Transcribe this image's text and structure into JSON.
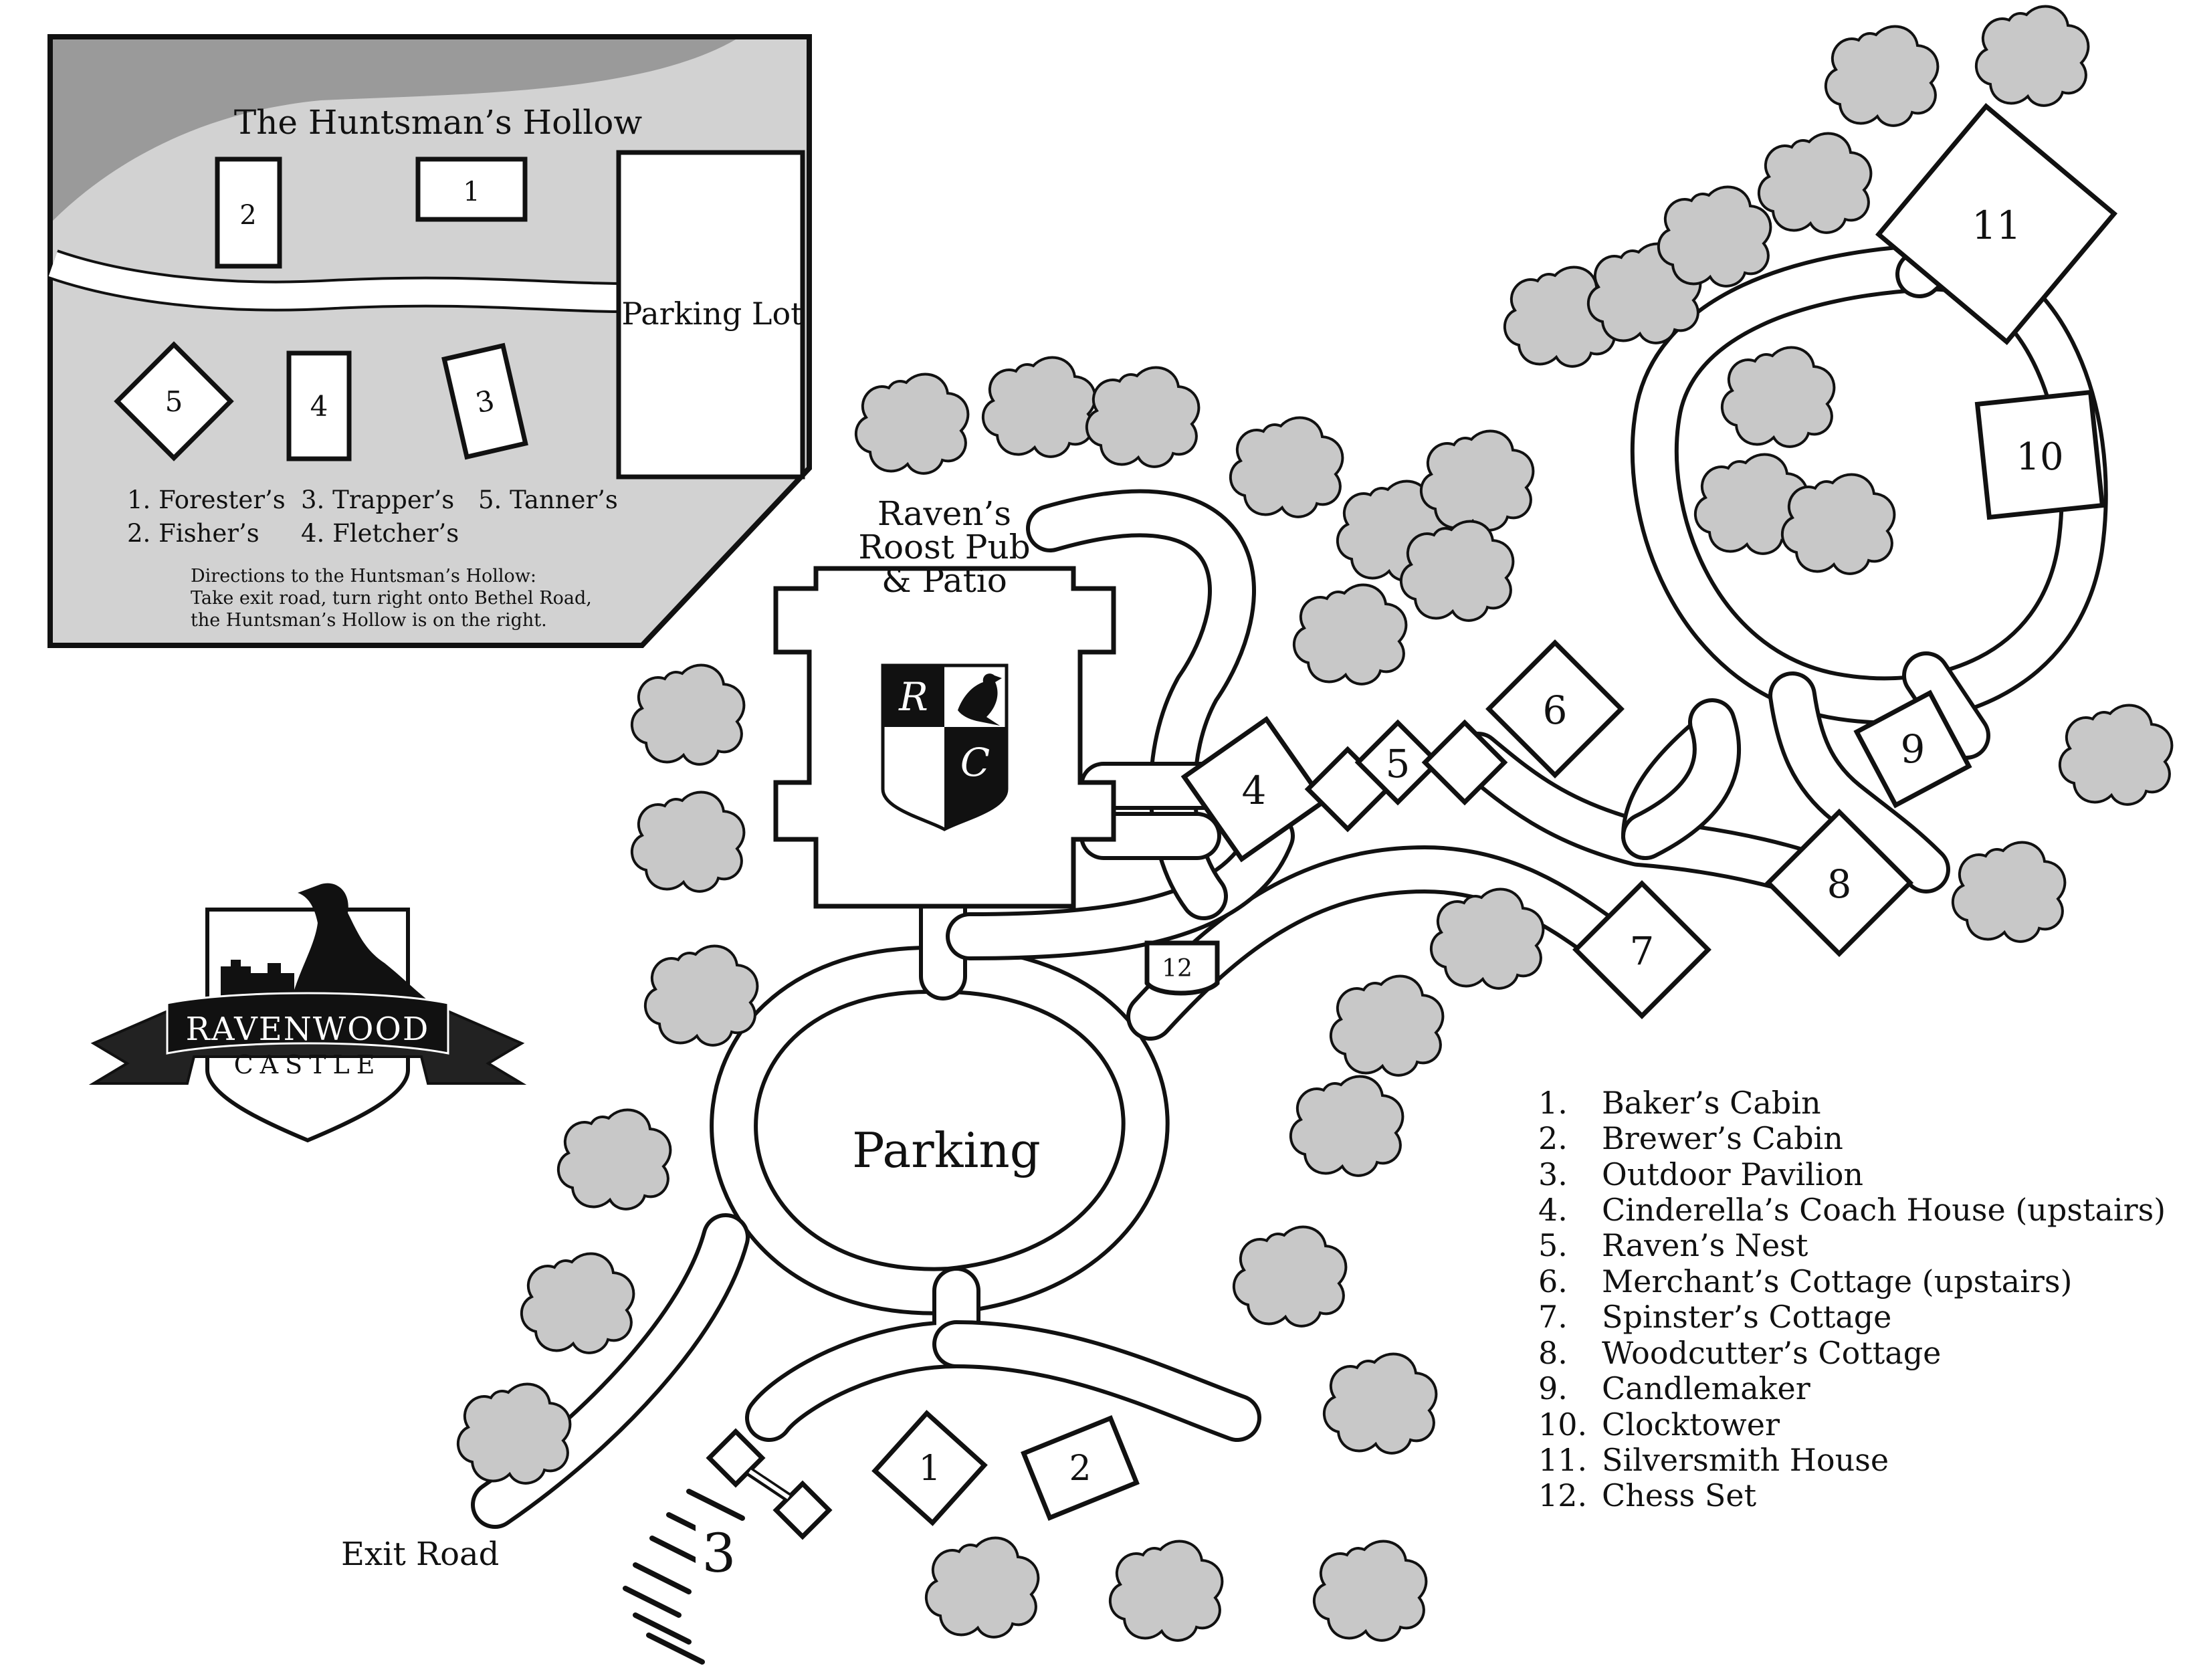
{
  "inset": {
    "title": "The Huntsman’s Hollow",
    "buildings": [
      "1",
      "2",
      "3",
      "4",
      "5"
    ],
    "parking_label": "Parking Lot",
    "legend": [
      "1. Forester’s",
      "2. Fisher’s",
      "3. Trapper’s",
      "4. Fletcher’s",
      "5. Tanner’s"
    ],
    "directions": [
      "Directions to the Huntsman’s Hollow:",
      "Take exit road, turn right onto Bethel Road,",
      "the Huntsman’s Hollow is on the right."
    ]
  },
  "map": {
    "pub_label": [
      "Raven’s",
      "Roost Pub",
      "& Patio"
    ],
    "crest_letters": [
      "R",
      "C"
    ],
    "parking_label": "Parking",
    "exit_road_label": "Exit Road",
    "buildings": [
      "1",
      "2",
      "3",
      "4",
      "5",
      "6",
      "7",
      "8",
      "9",
      "10",
      "11",
      "12"
    ]
  },
  "logo": {
    "name": "RAVENWOOD",
    "sub": "CASTLE"
  },
  "legend": {
    "numbers": [
      "1.",
      "2.",
      "3.",
      "4.",
      "5.",
      "6.",
      "7.",
      "8.",
      "9.",
      "10.",
      "11.",
      "12."
    ],
    "names": [
      "Baker’s Cabin",
      "Brewer’s Cabin",
      "Outdoor Pavilion",
      "Cinderella’s Coach House (upstairs)",
      "Raven’s Nest",
      "Merchant’s Cottage (upstairs)",
      "Spinster’s Cottage",
      "Woodcutter’s Cottage",
      "Candlemaker",
      "Clocktower",
      "Silversmith House",
      "Chess Set"
    ]
  },
  "colors": {
    "ink": "#111111",
    "tree": "#c8c8c8",
    "inset_bg": "#d2d2d2",
    "inset_hill": "#9a9a9a"
  }
}
